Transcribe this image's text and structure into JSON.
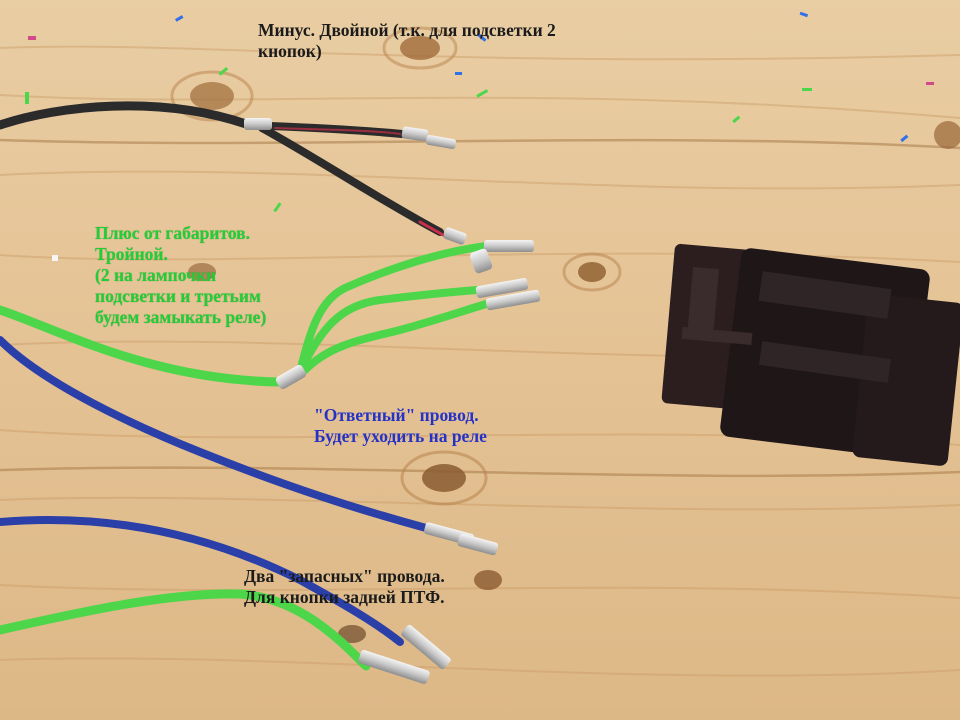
{
  "colors": {
    "wood": "#e7c79a",
    "wire_black": "#2b2b2b",
    "wire_green": "#4ed64a",
    "wire_blue": "#2b3fa8",
    "connector": "#2a1d1e",
    "note_dark": "#1b1b1b",
    "note_green": "#1fcf35",
    "note_blue": "#2432c8"
  },
  "annotations": {
    "minus": "Минус. Двойной (т.к. для подсветки 2\nкнопок)",
    "plus": "Плюс от габаритов.\nТройной.\n(2 на лампочки\nподсветки и третьим\nбудем замыкать реле)",
    "return": "\"Ответный\" провод.\nБудет уходить на реле",
    "spare": "Два \"запасных\" провода.\nДля кнопки задней ПТФ."
  }
}
